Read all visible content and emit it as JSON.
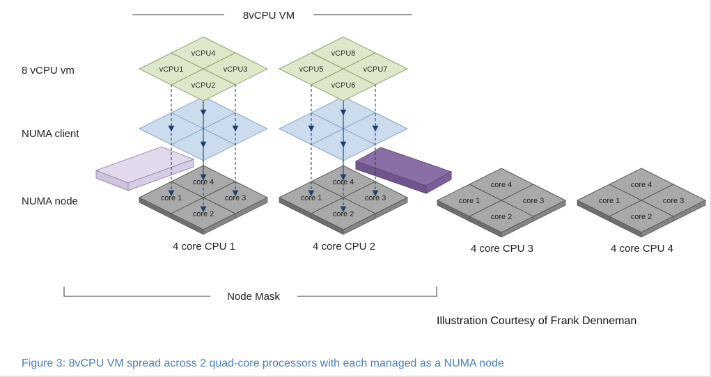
{
  "title": "8vCPU VM",
  "row_labels": {
    "vm": "8 vCPU vm",
    "client": "NUMA client",
    "node": "NUMA node"
  },
  "vm_groups": [
    [
      "vCPU4",
      "vCPU1",
      "vCPU3",
      "vCPU2"
    ],
    [
      "vCPU8",
      "vCPU5",
      "vCPU7",
      "vCPU6"
    ]
  ],
  "cpus": [
    {
      "label": "4 core CPU 1",
      "cores": [
        "core 4",
        "core 1",
        "core 3",
        "core 2"
      ]
    },
    {
      "label": "4 core CPU 2",
      "cores": [
        "core 4",
        "core 1",
        "core 3",
        "core 2"
      ]
    },
    {
      "label": "4 core CPU 3",
      "cores": [
        "core 4",
        "core 1",
        "core 3",
        "core 2"
      ]
    },
    {
      "label": "4 core CPU 4",
      "cores": [
        "core 4",
        "core 1",
        "core 3",
        "core 2"
      ]
    }
  ],
  "node_mask_label": "Node Mask",
  "credit": "Illustration Courtesy of Frank Denneman",
  "caption": "Figure 3: 8vCPU VM spread across 2 quad-core processors with each managed as a NUMA node",
  "colors": {
    "vcpu_fill": "#dde7c9",
    "vcpu_stroke": "#8fa06b",
    "client_fill": "#ccdcef",
    "client_stroke": "#8aa4c4",
    "core_fill": "#a9a9a9",
    "core_side": "#6e6e6e",
    "core_stroke": "#5a5a5a",
    "slab_light": "#e2d9ec",
    "slab_light_stroke": "#9c8fb0",
    "slab_dark": "#8a6fa6",
    "slab_dark_stroke": "#5f4a78",
    "arrow": "#1f3f6e",
    "caption": "#4a7fc2"
  }
}
